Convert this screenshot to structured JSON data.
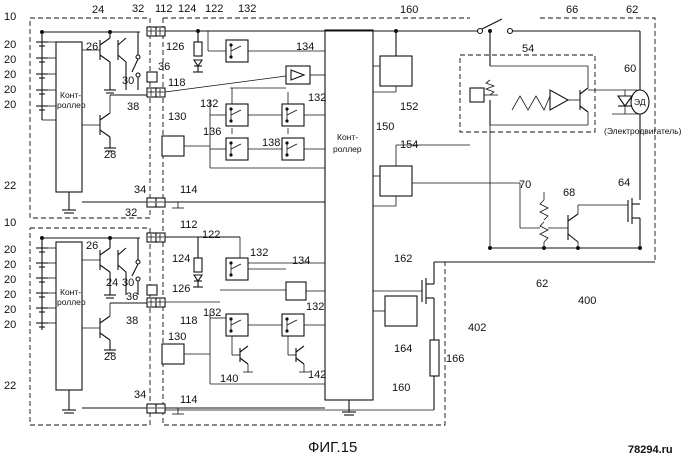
{
  "caption": "ФИГ.15",
  "watermark": "78294.ru",
  "labels": {
    "n10": "10",
    "n20": "20",
    "n22": "22",
    "n24": "24",
    "n26": "26",
    "n28": "28",
    "n30": "30",
    "n32": "32",
    "n34": "34",
    "n36": "36",
    "n38": "38",
    "n54": "54",
    "n60": "60",
    "n62": "62",
    "n64": "64",
    "n66": "66",
    "n68": "68",
    "n70": "70",
    "n112": "112",
    "n114": "114",
    "n118": "118",
    "n122": "122",
    "n124": "124",
    "n126": "126",
    "n130": "130",
    "n132": "132",
    "n134": "134",
    "n136": "136",
    "n138": "138",
    "n140": "140",
    "n142": "142",
    "n150": "150",
    "n152": "152",
    "n154": "154",
    "n160": "160",
    "n162": "162",
    "n164": "164",
    "n166": "166",
    "n400": "400",
    "n402": "402"
  },
  "blocks": {
    "controller_line1": "Конт-",
    "controller_line2": "роллер",
    "motor_inside": "ЭД",
    "motor_caption": "(Электродвигатель)"
  }
}
